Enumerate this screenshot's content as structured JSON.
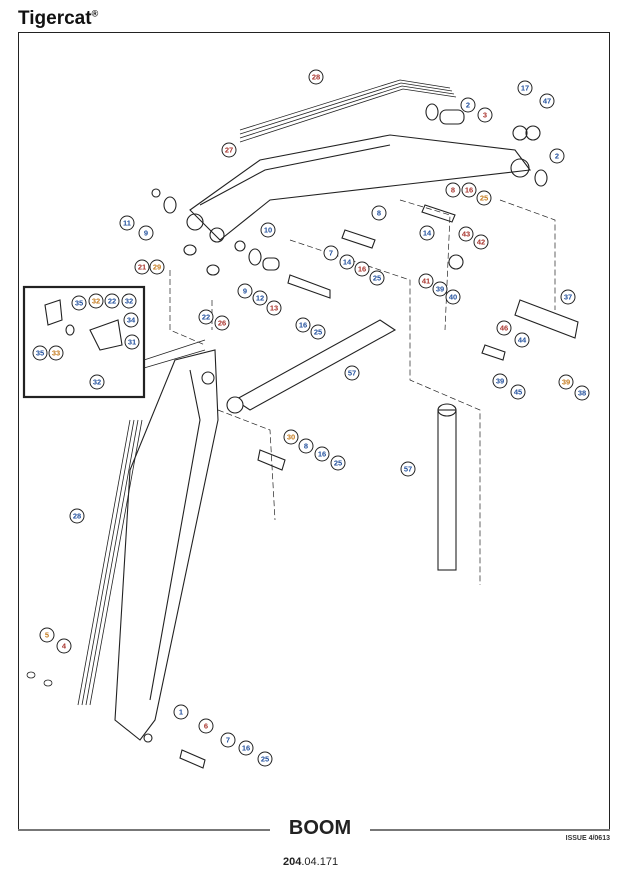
{
  "header": {
    "brand": "Tigercat",
    "brand_mark": "®"
  },
  "footer": {
    "title": "BOOM",
    "issue": "ISSUE 4/0613",
    "page_bold": "204",
    "page_rest": ".04.171"
  },
  "colors": {
    "blue": "#1f4e9c",
    "red": "#a8322b",
    "orange": "#c47a1c"
  },
  "callouts": [
    {
      "n": "28",
      "c": "red"
    },
    {
      "n": "2",
      "c": "blue"
    },
    {
      "n": "3",
      "c": "red"
    },
    {
      "n": "17",
      "c": "blue"
    },
    {
      "n": "47",
      "c": "blue"
    },
    {
      "n": "2",
      "c": "blue"
    },
    {
      "n": "27",
      "c": "red"
    },
    {
      "n": "11",
      "c": "blue"
    },
    {
      "n": "9",
      "c": "blue"
    },
    {
      "n": "8",
      "c": "red"
    },
    {
      "n": "16",
      "c": "red"
    },
    {
      "n": "25",
      "c": "orange"
    },
    {
      "n": "8",
      "c": "blue"
    },
    {
      "n": "10",
      "c": "blue"
    },
    {
      "n": "14",
      "c": "blue"
    },
    {
      "n": "43",
      "c": "red"
    },
    {
      "n": "42",
      "c": "red"
    },
    {
      "n": "7",
      "c": "blue"
    },
    {
      "n": "14",
      "c": "blue"
    },
    {
      "n": "16",
      "c": "red"
    },
    {
      "n": "25",
      "c": "blue"
    },
    {
      "n": "21",
      "c": "red"
    },
    {
      "n": "29",
      "c": "orange"
    },
    {
      "n": "41",
      "c": "red"
    },
    {
      "n": "39",
      "c": "blue"
    },
    {
      "n": "40",
      "c": "blue"
    },
    {
      "n": "9",
      "c": "blue"
    },
    {
      "n": "12",
      "c": "blue"
    },
    {
      "n": "13",
      "c": "red"
    },
    {
      "n": "16",
      "c": "blue"
    },
    {
      "n": "25",
      "c": "blue"
    },
    {
      "n": "37",
      "c": "blue"
    },
    {
      "n": "35",
      "c": "blue"
    },
    {
      "n": "32",
      "c": "orange"
    },
    {
      "n": "22",
      "c": "blue"
    },
    {
      "n": "32",
      "c": "blue"
    },
    {
      "n": "34",
      "c": "blue"
    },
    {
      "n": "31",
      "c": "blue"
    },
    {
      "n": "35",
      "c": "blue"
    },
    {
      "n": "33",
      "c": "orange"
    },
    {
      "n": "32",
      "c": "blue"
    },
    {
      "n": "22",
      "c": "blue"
    },
    {
      "n": "26",
      "c": "red"
    },
    {
      "n": "46",
      "c": "red"
    },
    {
      "n": "44",
      "c": "blue"
    },
    {
      "n": "39",
      "c": "blue"
    },
    {
      "n": "45",
      "c": "blue"
    },
    {
      "n": "39",
      "c": "orange"
    },
    {
      "n": "38",
      "c": "blue"
    },
    {
      "n": "57",
      "c": "blue"
    },
    {
      "n": "30",
      "c": "orange"
    },
    {
      "n": "8",
      "c": "blue"
    },
    {
      "n": "16",
      "c": "blue"
    },
    {
      "n": "25",
      "c": "blue"
    },
    {
      "n": "57",
      "c": "blue"
    },
    {
      "n": "28",
      "c": "blue"
    },
    {
      "n": "5",
      "c": "orange"
    },
    {
      "n": "4",
      "c": "red"
    },
    {
      "n": "1",
      "c": "blue"
    },
    {
      "n": "6",
      "c": "red"
    },
    {
      "n": "7",
      "c": "blue"
    },
    {
      "n": "16",
      "c": "blue"
    },
    {
      "n": "25",
      "c": "blue"
    }
  ]
}
